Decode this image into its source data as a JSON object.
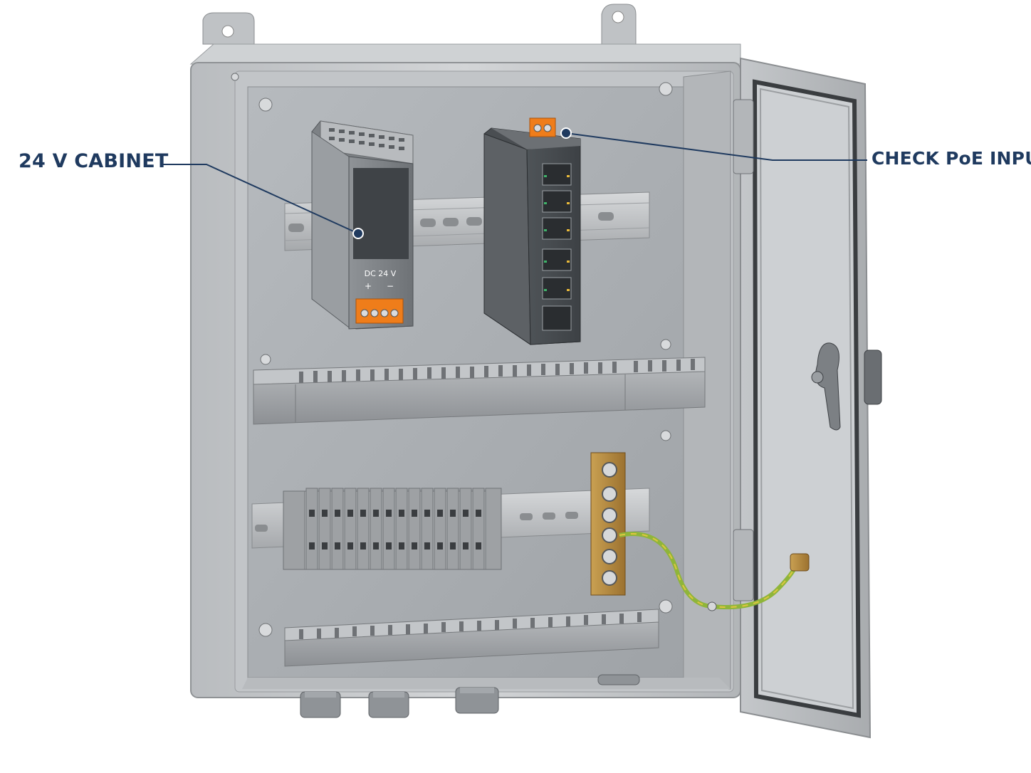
{
  "callouts": {
    "left": "24 V CABINET",
    "right": "CHECK PoE INPUT"
  },
  "psu": {
    "label": "DC 24 V",
    "plus": "+",
    "minus": "−"
  },
  "colors": {
    "callout": "#1f3a5f",
    "enclosure": "#c6c9cc",
    "backplate": "#a9adb1",
    "terminal_orange": "#ef7d1a",
    "copper_bar": "#b98a3a",
    "ground_wire": "#8fb53a"
  }
}
